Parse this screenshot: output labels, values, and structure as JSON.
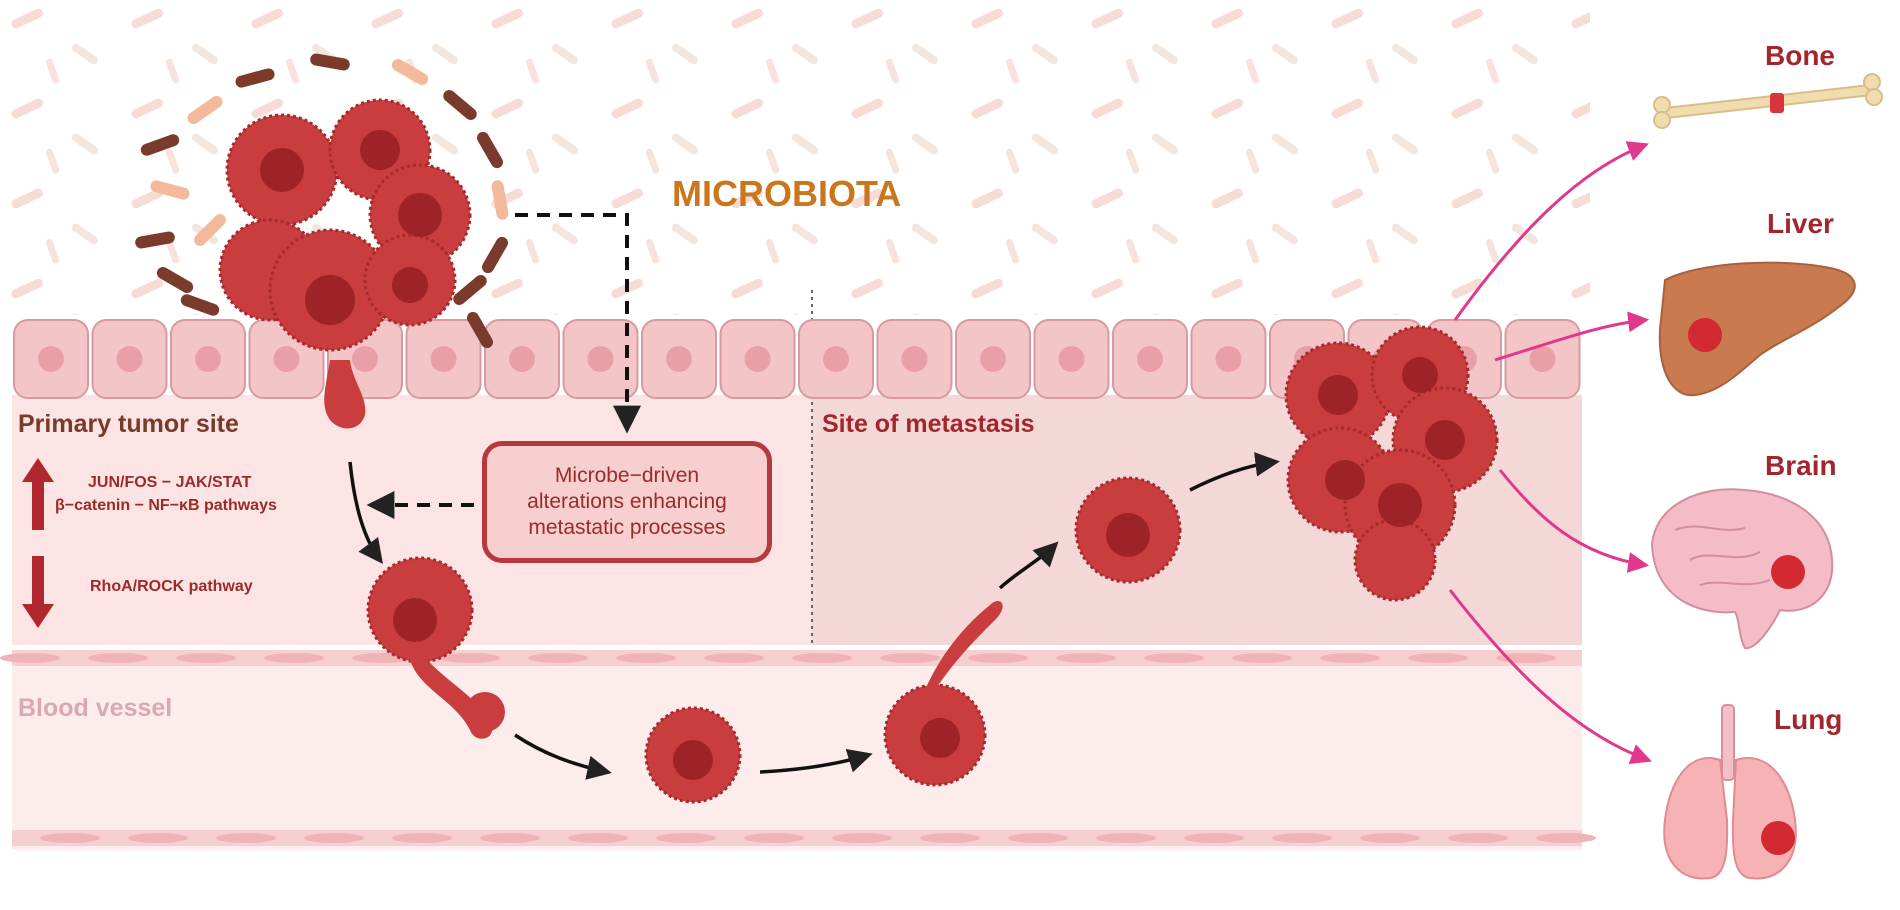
{
  "title": "MICROBIOTA",
  "regions": {
    "primary_label": "Primary tumor site",
    "metastasis_label": "Site of metastasis",
    "vessel_label": "Blood vessel"
  },
  "pathways": {
    "up_line_1": "JUN/FOS − JAK/STAT",
    "up_line_2": "β−catenin − NF−κB pathways",
    "down_line_1": "RhoA/ROCK pathway"
  },
  "center_box": {
    "line1": "Microbe−driven",
    "line2": "alterations enhancing",
    "line3": "metastatic processes"
  },
  "organs": {
    "bone": "Bone",
    "liver": "Liver",
    "brain": "Brain",
    "lung": "Lung"
  },
  "colors": {
    "tumor": "#c93d3f",
    "tumor_dark": "#9e2326",
    "tissue": "#f2c9cb",
    "microbiota_title": "#c9761c",
    "organ_label": "#a3262c",
    "organ_arrow": "#e0398c"
  }
}
